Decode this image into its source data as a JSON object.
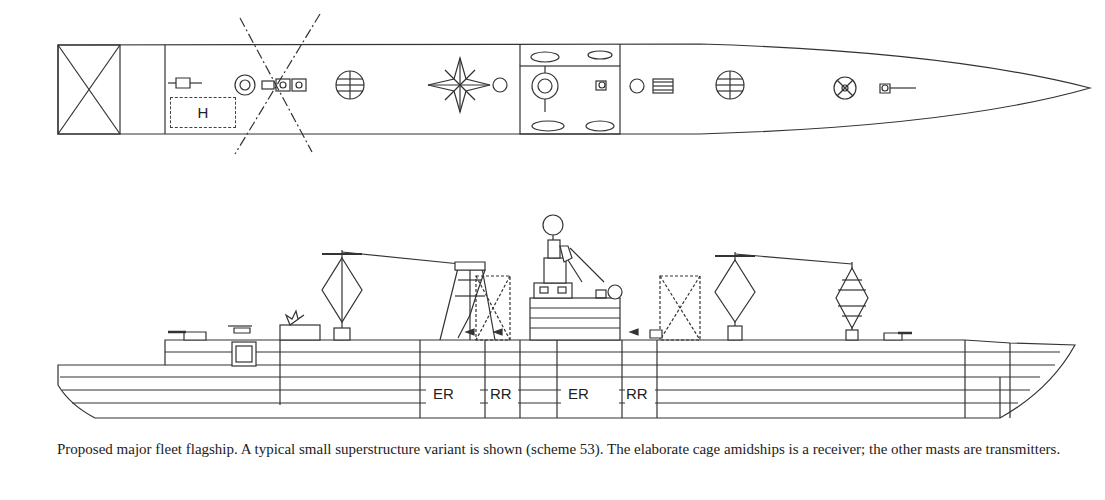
{
  "diagram": {
    "caption": "Proposed major fleet flagship. A typical small superstructure variant is shown (scheme 53). The elaborate cage amidships is a receiver; the other masts are transmitters.",
    "nodes": [
      {
        "text": [
          "H"
        ]
      }
    ],
    "labels": [
      "ER",
      "RR",
      "ER",
      "RR"
    ]
  }
}
